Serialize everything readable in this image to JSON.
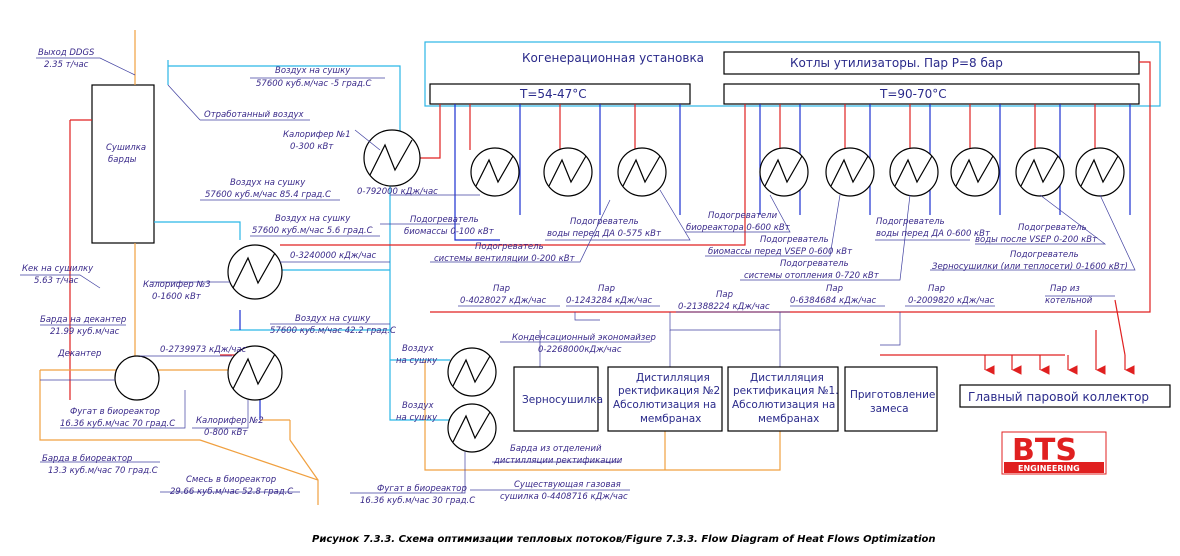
{
  "title_cogen": "Когенерационная установка",
  "boilers": "Котлы утилизаторы. Пар Р=8 бар",
  "temp_left": "T=54-47°С",
  "temp_right": "T=90-70°С",
  "dryer": "Сушилка барды",
  "labels": {
    "ddgs": "Выход DDGS",
    "ddgs_flow": "2.35 т/час",
    "exhaust": "Отработанный воздух",
    "air1": "Воздух на сушку",
    "air1_v": "57600 куб.м/час -5 град.С",
    "heater1": "Калорифер №1",
    "heater1_v": "0-300 кВт",
    "heater1_kj": "0-792000 кДж/час",
    "air2": "Воздух на сушку",
    "air2_v": "57600 куб.м/час 85.4 град.С",
    "air3": "Воздух на сушку",
    "air3_v": "57600 куб.м/час 5.6 град.С",
    "heater3_kj": "0-3240000 кДж/час",
    "cake": "Кек на сушилку",
    "cake_v": "5.63 т/час",
    "heater3": "Калорифер №3",
    "heater3_v": "0-1600 кВт",
    "steam1": "Пар",
    "steam1_v": "0-4028027 кДж/час",
    "steam2": "Пар",
    "steam2_v": "0-1243284 кДж/час",
    "steam3": "Пар",
    "steam3_v": "0-21388224 кДж/час",
    "steam4": "Пар",
    "steam4_v": "0-6384684 кДж/час",
    "steam5": "Пар",
    "steam5_v": "0-2009820 кДж/час",
    "steam6": "Пар из",
    "steam6_b": "котельной",
    "decanter_barda": "Барда на декантер",
    "decanter_barda_v": "21.99 куб.м/час",
    "air4": "Воздух на сушку",
    "air4_v": "57600 куб.м/час 42.2 град.С",
    "decanter": "Декантер",
    "heater2_kj": "0-2739973 кДж/час",
    "fugat1": "Фугат в биореактор",
    "fugat1_v": "16.36 куб.м/час 70 град.С",
    "heater2": "Калорифер №2",
    "heater2_v": "0-800 кВт",
    "barda_bio": "Барда в биореактор",
    "barda_bio_v": "13.3 куб.м/час 70 град.С",
    "mix": "Смесь в биореактор",
    "mix_v": "29.66 куб.м/час 52.8 град.С",
    "fugat2": "Фугат в биореактор",
    "fugat2_v": "16.36 куб.м/час 30 град.С",
    "condens": "Конденсационный экономайзер",
    "condens_v": "0-2268000кДж/час",
    "air_dry1": "Воздух",
    "air_dry1b": "на сушку",
    "air_dry2": "Воздух",
    "air_dry2b": "на сушку",
    "barda_sep": "Барда из отделений",
    "barda_sep_b": "дистилляции ректификации",
    "gas_dryer": "Существующая газовая",
    "gas_dryer_v": "сушилка 0-4408716 кДж/час",
    "ph_bio": "Подогреватель",
    "ph_bio_v": "биомассы 0-100 кВт",
    "ph_vent": "Подогреватель",
    "ph_vent_v": "системы вентиляции 0-200 кВт",
    "ph_water": "Подогреватель",
    "ph_water_v": "воды перед ДА 0-575 кВт",
    "ph_bioreact": "Подогреватели",
    "ph_bioreact_v": "биореактора 0-600 кВт",
    "ph_biomass": "Подогреватель",
    "ph_biomass_v": "биомассы перед VSEP 0-600 кВт",
    "ph_heat": "Подогреватель",
    "ph_heat_v": "системы отопления 0-720 кВт",
    "ph_da": "Подогреватель",
    "ph_da_v": "воды перед ДА 0-600 кВт",
    "ph_vsep": "Подогреватель",
    "ph_vsep_v": "воды после VSEP 0-200 кВт",
    "ph_grain": "Подогреватель",
    "ph_grain_v": "Зерносушилки (или теплосети) 0-1600 кВт)"
  },
  "boxes": {
    "grain_dryer": "Зерносушилка",
    "dist2_a": "Дистилляция",
    "dist2_b": "ректификация №2",
    "dist2_c": "Абсолютизация на",
    "dist2_d": "мембранах",
    "dist1_a": "Дистилляция",
    "dist1_b": "ректификация №1.",
    "dist1_c": "Абсолютизация на",
    "dist1_d": "мембранах",
    "prep_a": "Приготовление",
    "prep_b": "замеса",
    "collector": "Главный паровой коллектор"
  },
  "logo": {
    "text": "BTS",
    "sub": "ENGINEERING",
    "color": "#e02020"
  },
  "caption": "Рисунок 7.3.3. Схема оптимизации тепловых потоков/Figure 7.3.3. Flow Diagram of Heat Flows Optimization"
}
